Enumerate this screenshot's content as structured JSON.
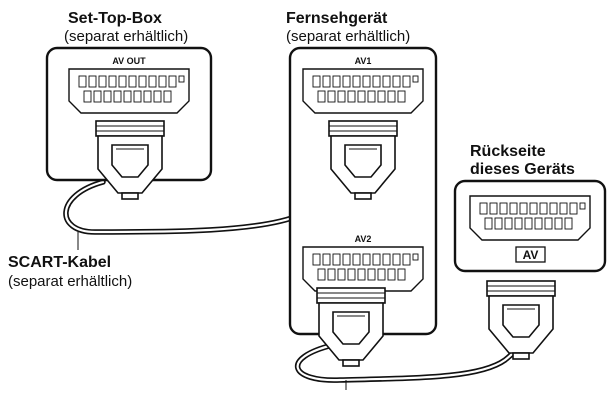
{
  "labels": {
    "settop_title": "Set-Top-Box",
    "settop_sub": "(separat erhältlich)",
    "tv_title": "Fernsehgerät",
    "tv_sub": "(separat erhältlich)",
    "rear_line1": "Rückseite",
    "rear_line2": "dieses Geräts",
    "cable_title": "SCART-Kabel",
    "cable_sub": "(separat erhältlich)"
  },
  "ports": {
    "settop": "AV OUT",
    "tv_top": "AV1",
    "tv_bottom": "AV2",
    "rear": "AV"
  },
  "icons": {
    "scart_port": "scart-socket-icon",
    "scart_plug": "scart-plug-icon"
  }
}
